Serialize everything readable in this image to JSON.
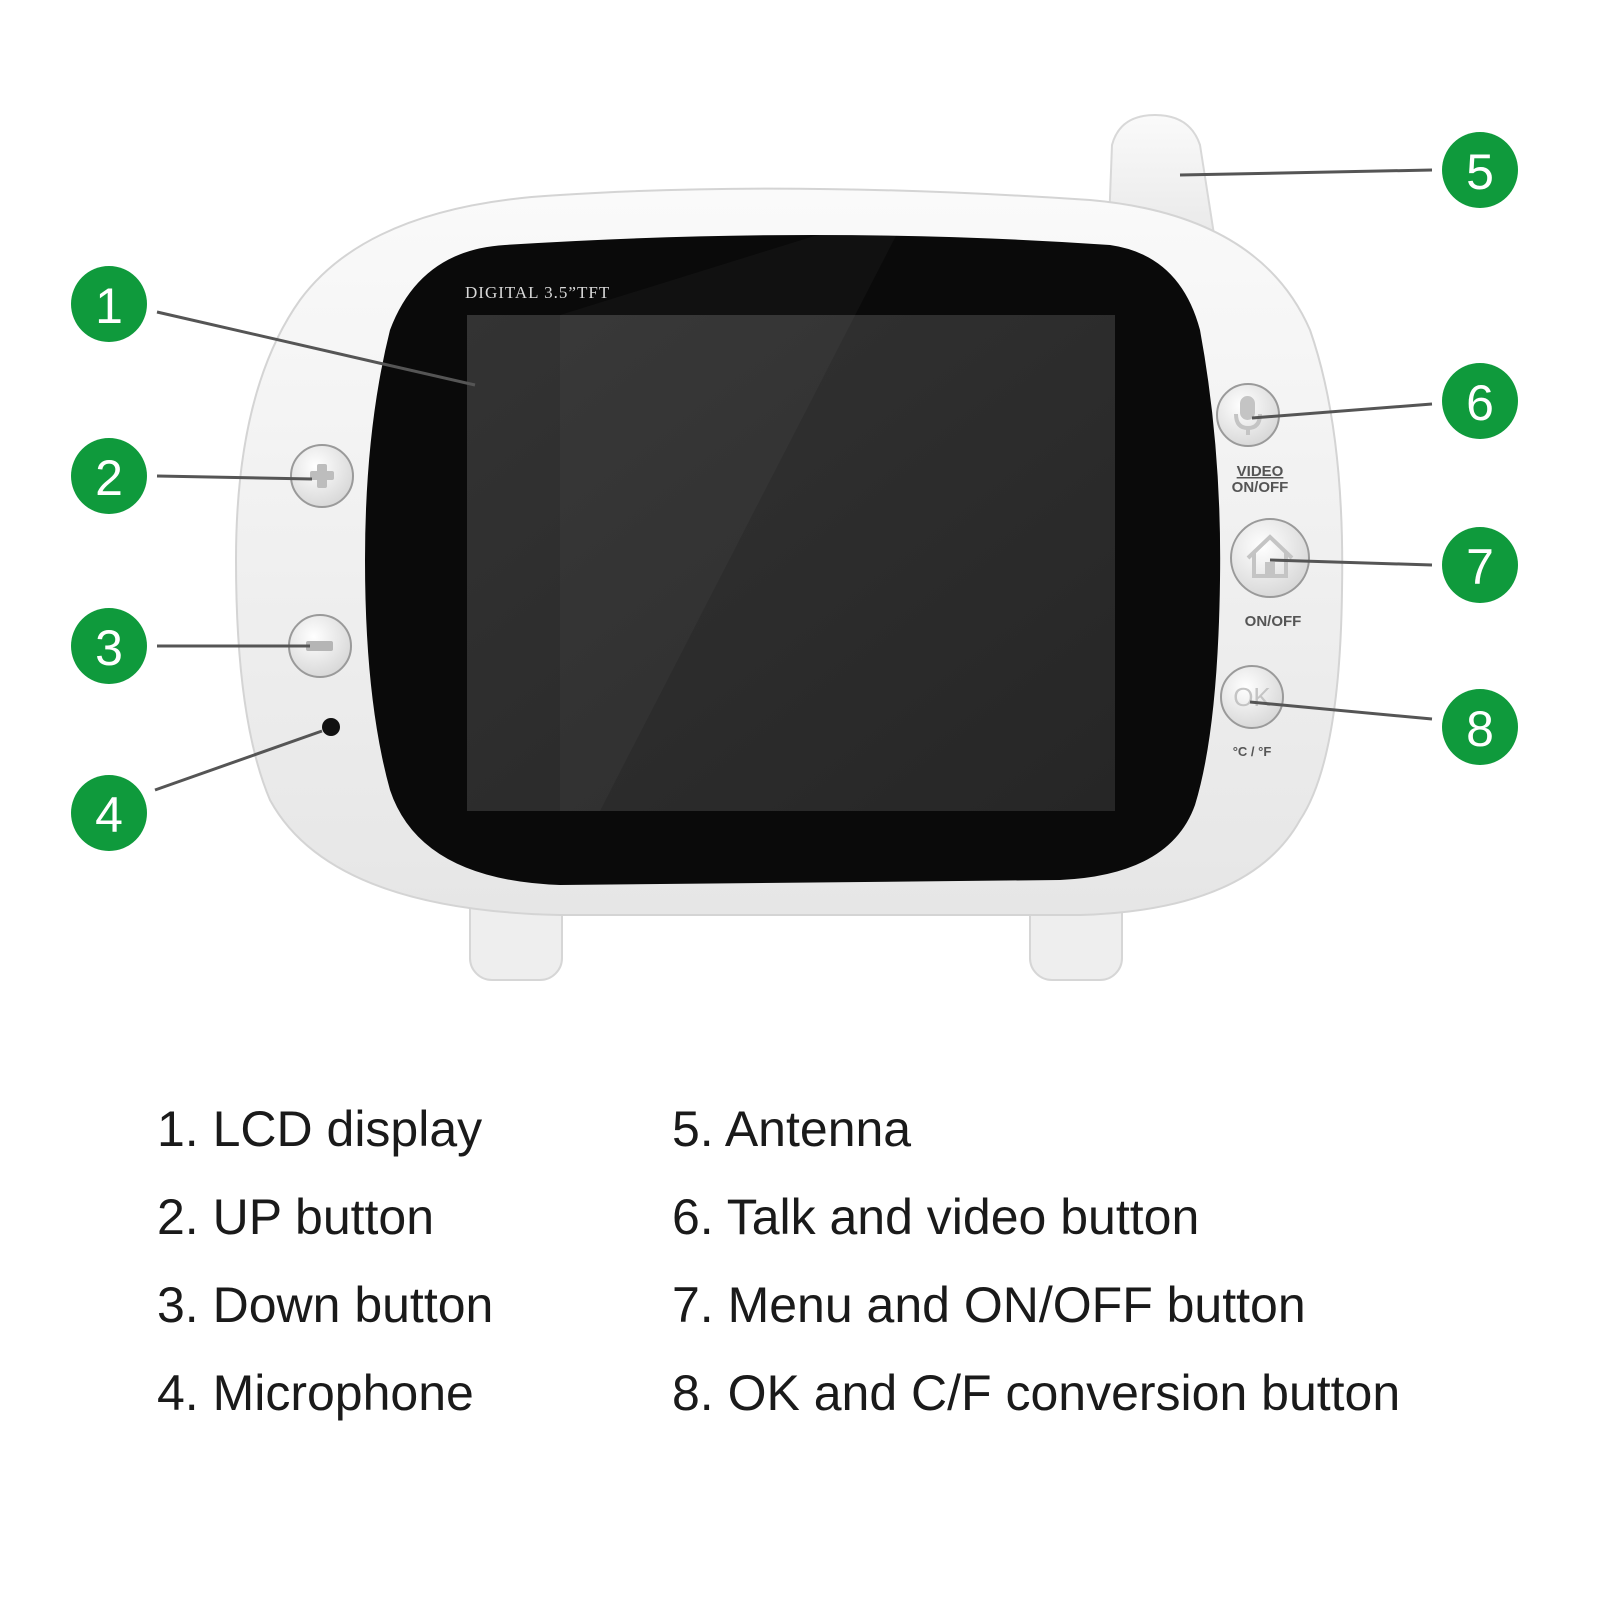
{
  "device": {
    "screen_label": "DIGITAL 3.5”TFT",
    "video_label_top": "VIDEO",
    "video_label_bottom": "ON/OFF",
    "menu_label": "ON/OFF",
    "ok_label": "OK",
    "temp_label": "°C / °F"
  },
  "colors": {
    "badge": "#0f9a3c",
    "body": "#f2f2f2",
    "screen": "#2a2a2a",
    "leader": "#555555"
  },
  "callouts": [
    {
      "number": "1",
      "label": "LCD display"
    },
    {
      "number": "2",
      "label": "UP button"
    },
    {
      "number": "3",
      "label": "Down button"
    },
    {
      "number": "4",
      "label": "Microphone"
    },
    {
      "number": "5",
      "label": "Antenna"
    },
    {
      "number": "6",
      "label": "Talk and video button"
    },
    {
      "number": "7",
      "label": "Menu and ON/OFF button"
    },
    {
      "number": "8",
      "label": "OK and C/F conversion button"
    }
  ],
  "legend": {
    "left": [
      "1. LCD display",
      "2. UP button",
      "3. Down button",
      "4. Microphone"
    ],
    "right": [
      "5. Antenna",
      "6. Talk and video button",
      "7. Menu and ON/OFF button",
      "8. OK and C/F conversion button"
    ]
  }
}
